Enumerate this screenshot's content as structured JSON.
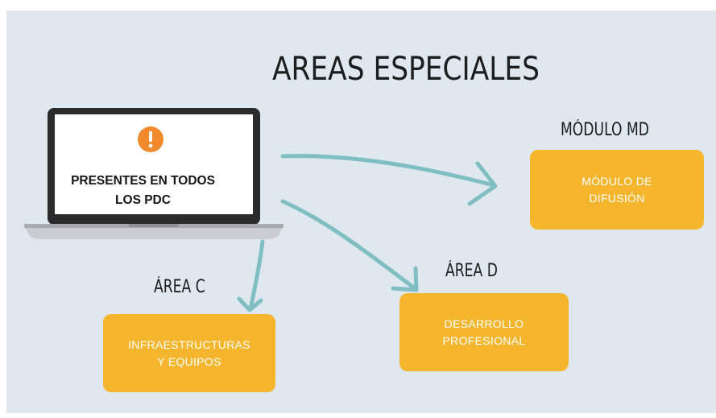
{
  "title": "AREAS ESPECIALES",
  "laptop": {
    "icon": "warning-icon",
    "icon_color": "#f08a2c",
    "text": "PRESENTES EN TODOS\nLOS PDC"
  },
  "nodes": {
    "module_md": {
      "heading": "MÓDULO MD",
      "text": "MÓDULO DE\nDIFUSIÓN"
    },
    "area_d": {
      "heading": "ÁREA D",
      "text": "DESARROLLO\nPROFESIONAL"
    },
    "area_c": {
      "heading": "ÁREA C",
      "text": "INFRAESTRUCTURAS\nY EQUIPOS"
    }
  },
  "colors": {
    "background": "#dfe8ee",
    "box": "#f5b52c",
    "arrow": "#7fbec2"
  }
}
